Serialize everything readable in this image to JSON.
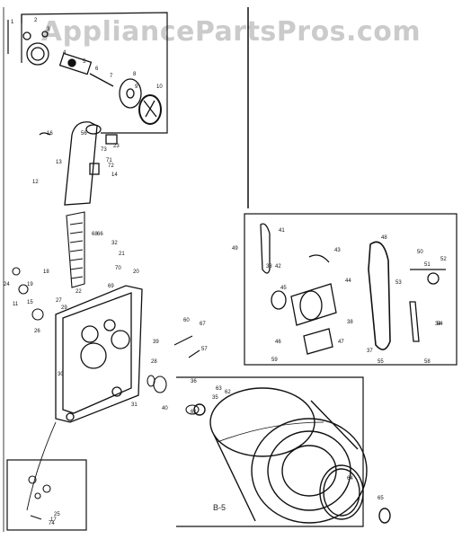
{
  "watermark": "AppliancePartsPros.com",
  "page_label": "B-5",
  "callouts": [
    "1",
    "2",
    "3",
    "4",
    "5",
    "6",
    "7",
    "8",
    "9",
    "10",
    "11",
    "12",
    "13",
    "14",
    "15",
    "16",
    "17",
    "18",
    "19",
    "20",
    "21",
    "22",
    "23",
    "24",
    "25",
    "26",
    "27",
    "28",
    "29",
    "30",
    "31",
    "32",
    "33",
    "34",
    "35",
    "36",
    "37",
    "38",
    "39",
    "40",
    "41",
    "42",
    "43",
    "44",
    "45",
    "46",
    "47",
    "48",
    "49",
    "50",
    "51",
    "52",
    "53",
    "54",
    "55",
    "56",
    "57",
    "58",
    "59",
    "60",
    "61",
    "62",
    "63",
    "64",
    "65",
    "66",
    "67",
    "68",
    "69",
    "70",
    "71",
    "72",
    "73",
    "74"
  ]
}
